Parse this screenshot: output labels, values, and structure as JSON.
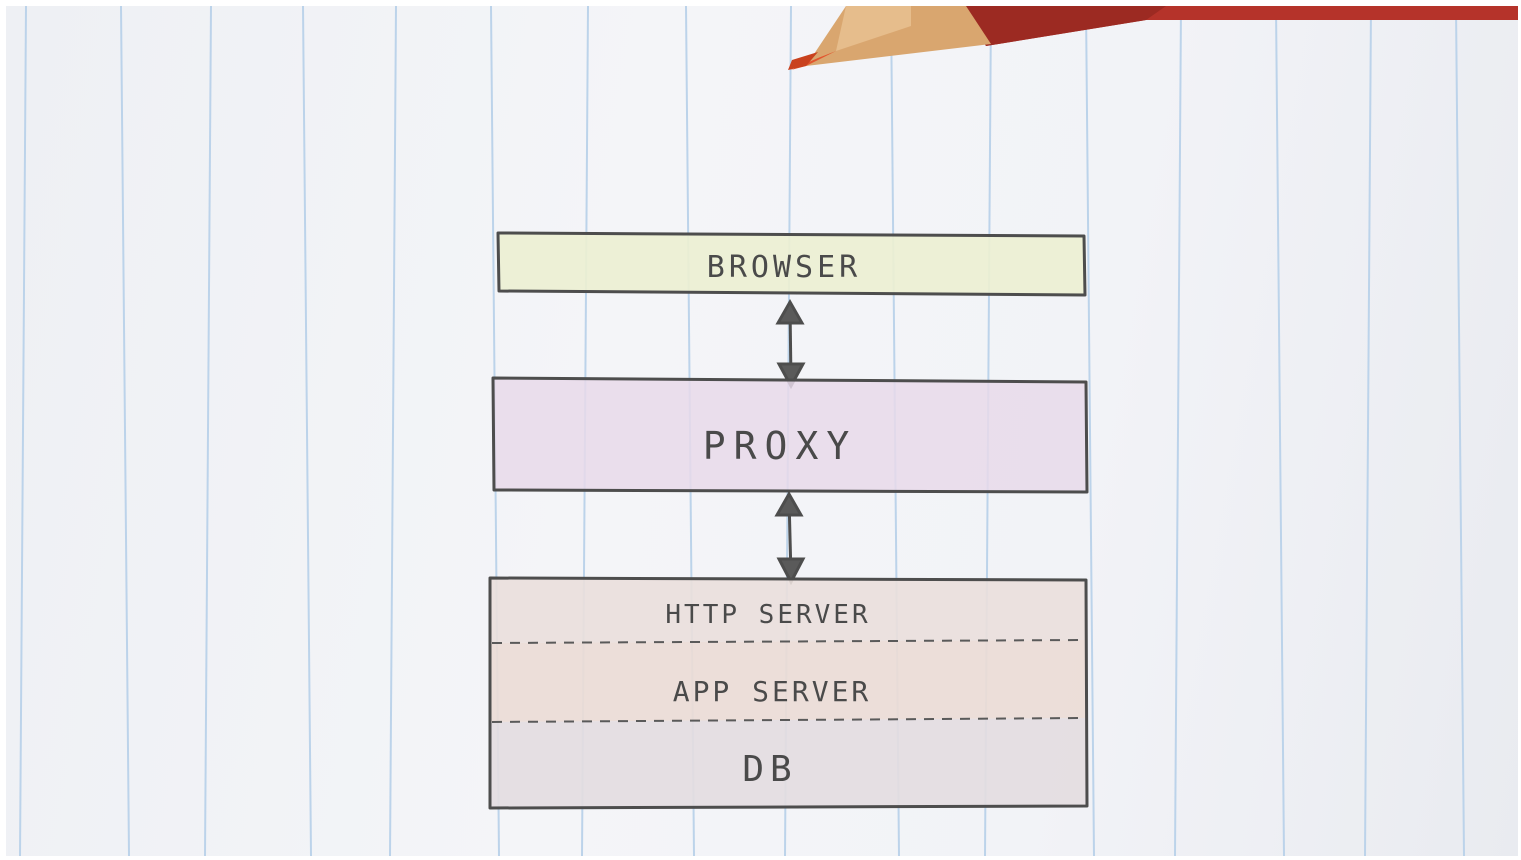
{
  "diagram": {
    "layers": [
      {
        "id": "browser",
        "label": "BROWSER",
        "fill": "#ecefd2"
      },
      {
        "id": "proxy",
        "label": "PROXY",
        "fill": "#e8d9ea"
      },
      {
        "id": "http",
        "label": "HTTP SERVER",
        "fill": "#eadfdc"
      },
      {
        "id": "app",
        "label": "APP SERVER",
        "fill": "#ebdcd5"
      },
      {
        "id": "db",
        "label": "DB",
        "fill": "#e3dde0"
      }
    ],
    "connections": [
      {
        "from": "browser",
        "to": "proxy",
        "type": "bidirectional"
      },
      {
        "from": "proxy",
        "to": "http",
        "type": "bidirectional"
      }
    ]
  },
  "colors": {
    "paper": "#f2f3f7",
    "rule_line": "#bcd3ea",
    "pencil_stroke": "#4d4d4d",
    "pencil_wood": "#d9a66f",
    "pencil_lead": "#e2552e",
    "pencil_body": "#b5332a"
  }
}
